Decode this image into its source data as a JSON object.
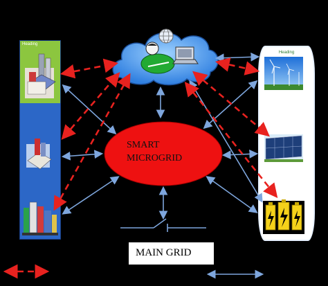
{
  "smart_microgrid": {
    "line1": "SMART",
    "line2": "MICROGRID"
  },
  "main_grid": {
    "label": "MAIN GRID"
  },
  "left_panel": {
    "heading": "Heading"
  },
  "right_panel": {
    "heading": "Heading"
  },
  "icons": [
    "cloud-icon",
    "globe-icon",
    "operator-icon",
    "laptop-icon",
    "factory-icon",
    "office-building-icon",
    "city-buildings-icon",
    "wind-turbine-icon",
    "solar-panel-icon",
    "battery-icon",
    "switch-icon"
  ],
  "colors": {
    "dashed_arrow": "#e8221f",
    "solid_arrow": "#7ea6dd",
    "microgrid_fill": "#ee1111",
    "left_panel": "#2c67c7",
    "left_panel_top": "#8cc63f",
    "cloud": "#3f8ee8"
  }
}
